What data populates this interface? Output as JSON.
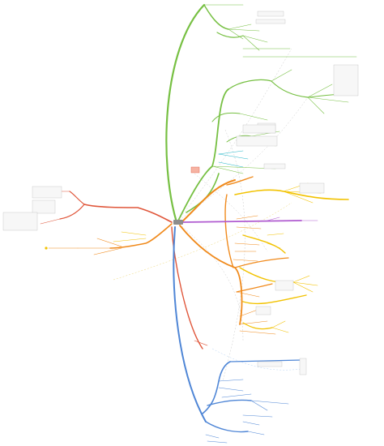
{
  "central_topic": {
    "label": ""
  },
  "colors": {
    "central": "#8d8d8d",
    "green": "#77c043",
    "orange": "#f08a1c",
    "yellow": "#f2c200",
    "purple": "#b05bd0",
    "red": "#e0563a",
    "blue": "#4f86d6",
    "cyan": "#27b7c9",
    "gray_dashed": "#b9b9b9"
  },
  "branches": [
    {
      "key": "green",
      "color_key": "green",
      "label": ""
    },
    {
      "key": "orange",
      "color_key": "orange",
      "label": ""
    },
    {
      "key": "yellow",
      "color_key": "yellow",
      "label": ""
    },
    {
      "key": "purple",
      "color_key": "purple",
      "label": ""
    },
    {
      "key": "red",
      "color_key": "red",
      "label": ""
    },
    {
      "key": "blue",
      "color_key": "blue",
      "label": ""
    }
  ]
}
